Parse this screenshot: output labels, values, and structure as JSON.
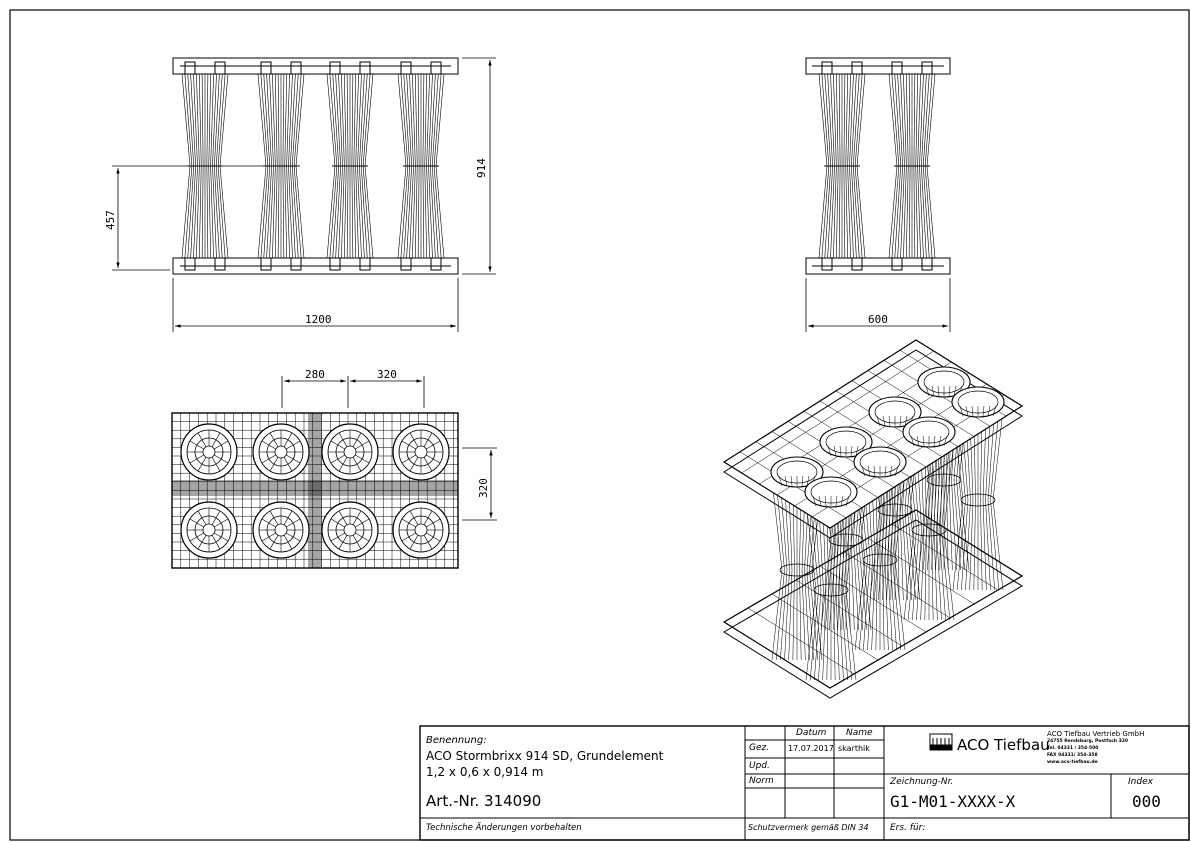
{
  "dimensions": {
    "front_width": "1200",
    "front_height": "914",
    "half_height": "457",
    "side_width": "600",
    "top_spacing_a": "280",
    "top_spacing_b": "320",
    "top_spacing_c": "320"
  },
  "title_block": {
    "benennung_label": "Benennung:",
    "description_line1": "ACO Stormbrixx 914 SD, Grundelement",
    "description_line2": "1,2 x 0,6 x 0,914 m",
    "article": "Art.-Nr. 314090",
    "technical_note": "Technische Änderungen vorbehalten",
    "col_datum": "Datum",
    "col_name": "Name",
    "row_gez": "Gez.",
    "row_upd": "Upd.",
    "row_norm": "Norm",
    "gez_date": "17.07.2017",
    "gez_name": "skarthik",
    "protection_note": "Schutzvermerk gemäß DIN 34",
    "company_logo_text": "ACO Tiefbau",
    "company_name": "ACO Tiefbau Vertrieb GmbH",
    "company_address": "24755 Rendsburg, Postfach 320",
    "company_tel": "Tel. 04331 / 354-500",
    "company_fax": "FAX 04331/ 354-358",
    "company_web": "www.aco-tiefbau.de",
    "drawing_no_label": "Zeichnung-Nr.",
    "drawing_no": "G1-M01-XXXX-X",
    "index_label": "Index",
    "index_value": "000",
    "ers_label": "Ers. für:"
  }
}
